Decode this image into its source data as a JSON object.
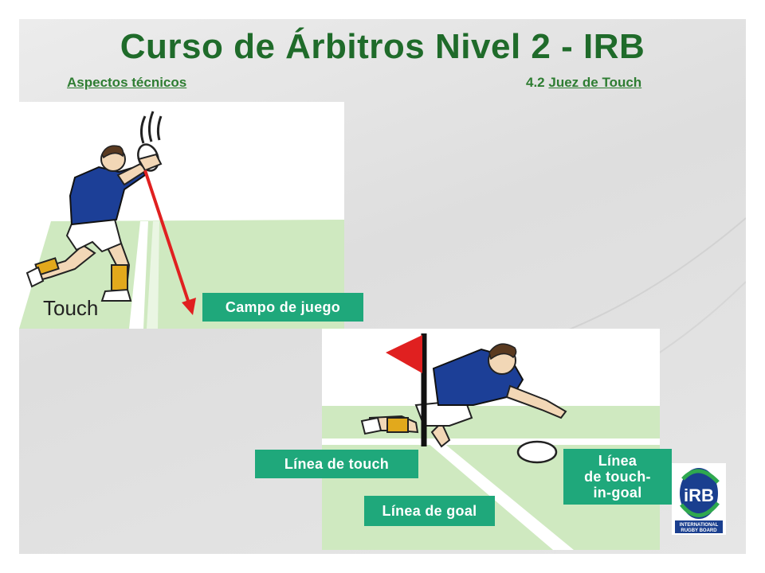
{
  "header": {
    "title": "Curso de Árbitros Nivel 2 - IRB",
    "subtitle_left": "Aspectos técnicos",
    "subtitle_right_number": "4.2",
    "subtitle_right_link": "Juez de Touch"
  },
  "top_scene": {
    "text_touch": "Touch"
  },
  "labels": {
    "campo": "Campo de juego",
    "touch_line": "Línea de touch",
    "goal_line": "Línea de goal",
    "touch_in_goal_1": "Línea",
    "touch_in_goal_2": "de touch-",
    "touch_in_goal_3": "in-goal"
  },
  "logo": {
    "letters": "iRB",
    "line1": "INTERNATIONAL",
    "line2": "RUGBY BOARD"
  },
  "colors": {
    "title": "#1f6b2a",
    "label_bg": "#1fa87b",
    "field": "#cfe9c0",
    "jersey": "#1c3f97",
    "arrow": "#e02020",
    "flag": "#e02020"
  }
}
